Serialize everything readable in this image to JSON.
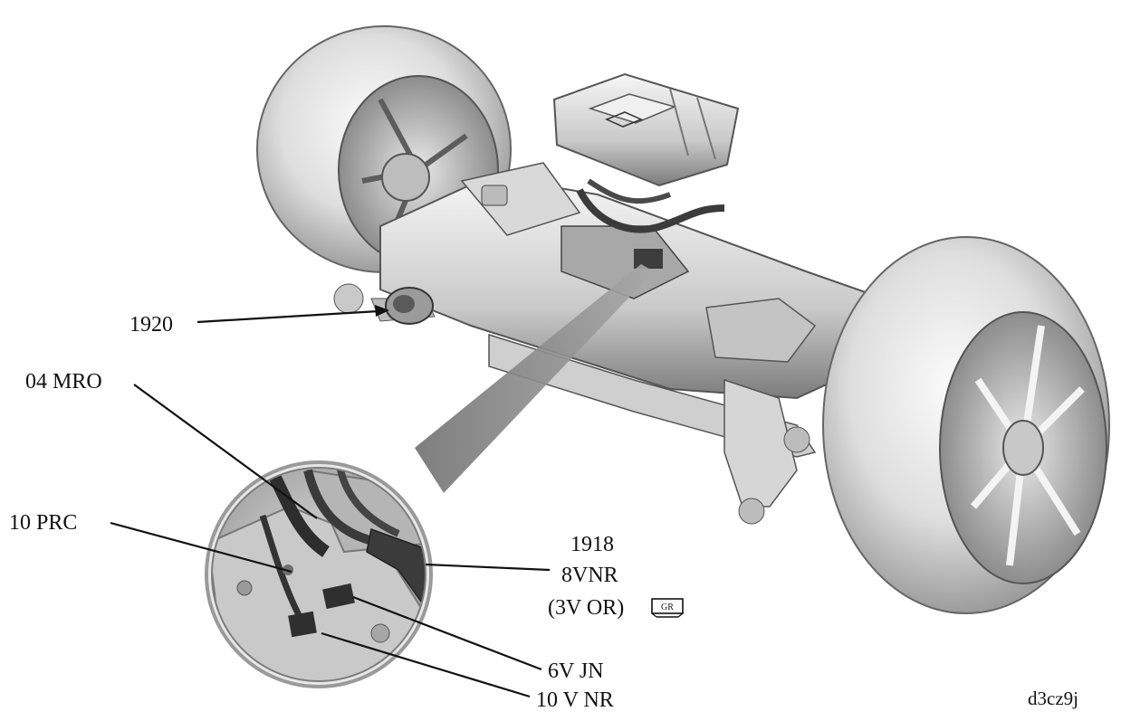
{
  "labels": {
    "l1920": "1920",
    "mro": "04 MRO",
    "prc": "10 PRC",
    "l1918": "1918",
    "vnr8": "8VNR",
    "or3v": "(3V OR)",
    "jn6v": "6V JN",
    "nr10v": "10 V NR",
    "figure_code": "d3cz9j",
    "gr_icon_text": "GR"
  },
  "icons": {
    "gr": "ground-point-icon"
  },
  "colors": {
    "tire_light": "#f2f2f2",
    "tire_dark": "#8f8f8f",
    "metal_light": "#eeeeee",
    "metal_dark": "#6b6b6b",
    "leader": "#111111"
  }
}
